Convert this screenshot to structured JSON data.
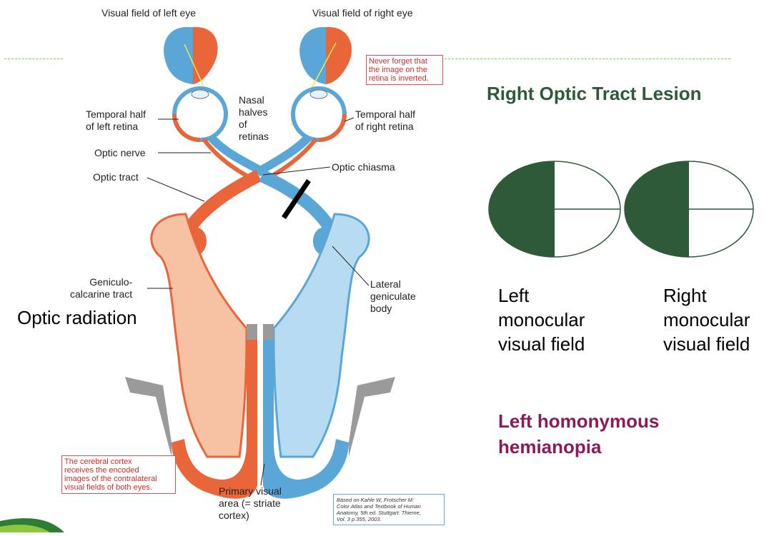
{
  "diagram": {
    "labels": {
      "visual_field_left": "Visual field of left eye",
      "visual_field_right": "Visual field of right eye",
      "temporal_left": "Temporal half\nof left retina",
      "temporal_right": "Temporal half\nof right retina",
      "nasal": "Nasal\nhalves\nof\nretinas",
      "optic_nerve": "Optic nerve",
      "optic_tract": "Optic tract",
      "optic_chiasma": "Optic chiasma",
      "geniculo": "Geniculo-\ncalcarine tract",
      "lateral_geniculate": "Lateral\ngeniculate\nbody",
      "primary_visual": "Primary visual\narea (= striate\ncortex)"
    },
    "notes": {
      "inverted": "Never forget that\nthe image on the\nretina is inverted.",
      "cortex": "The cerebral cortex\nreceives the encoded\nimages of the contralateral\nvisual fields of both eyes.",
      "citation": "Based on Kahle W, Frotscher M:\nColor Atlas and Textbook of Human\nAnatomy, 5th ed. Stuttgart: Thieme,\nVol. 3 p.355, 2003."
    },
    "colors": {
      "orange": "#e8663a",
      "blue": "#5aa6d6",
      "light_orange": "#f7c2a4",
      "light_blue": "#b7dbf0",
      "gray": "#9a9a9a"
    }
  },
  "optic_radiation": "Optic radiation",
  "slide": {
    "title": "Right Optic Tract Lesion",
    "left_field": "Left\nmonocular\nvisual field",
    "right_field": "Right\nmonocular\nvisual field",
    "diagnosis": "Left homonymous\nhemianopia",
    "field_fill": "#2f5a3a"
  }
}
